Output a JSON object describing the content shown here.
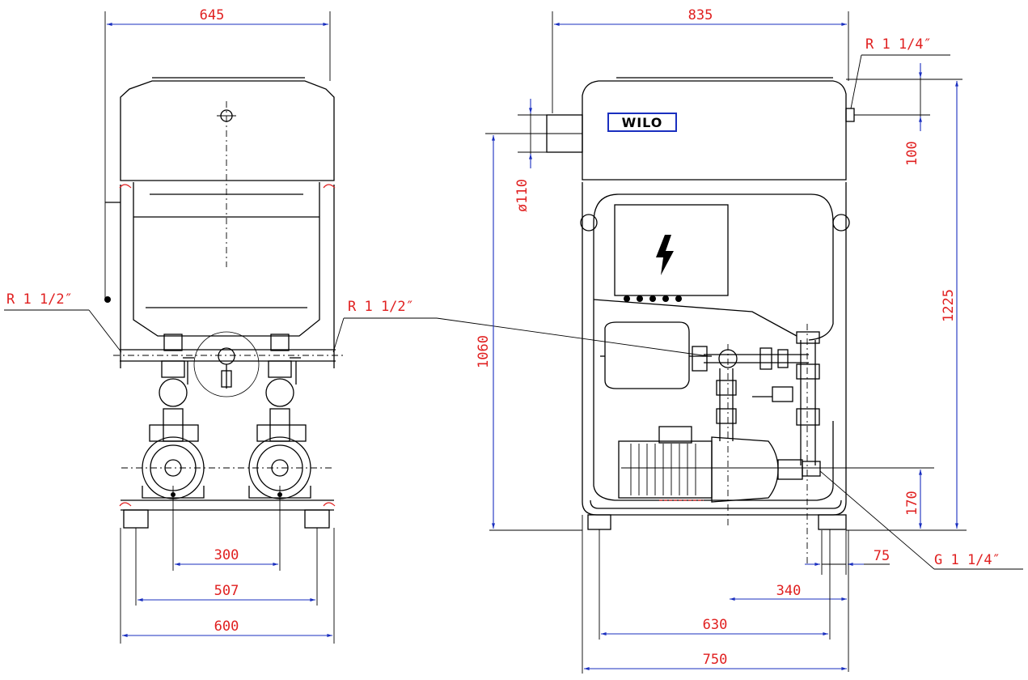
{
  "left_view": {
    "dims": {
      "width_top": "645",
      "inlet_left": "R 1 1/2″",
      "inlet_right": "R 1 1/2″",
      "pump_spacing": "300",
      "base_inner": "507",
      "base_width": "600"
    }
  },
  "right_view": {
    "brand": "WILO",
    "dims": {
      "width_top": "835",
      "overflow_connection": "R 1 1/4″",
      "overflow_offset": "100",
      "pipe_diameter": "ø110",
      "height_total": "1225",
      "height_inlet": "1060",
      "pump_height": "170",
      "outlet_connection": "G 1 1/4″",
      "outlet_offset": "75",
      "outlet_distance": "340",
      "base_inner": "630",
      "base_width": "750"
    }
  },
  "colors": {
    "dimension": "#e02020",
    "lines": "#000000",
    "blue_lines": "#1a2fbf"
  }
}
